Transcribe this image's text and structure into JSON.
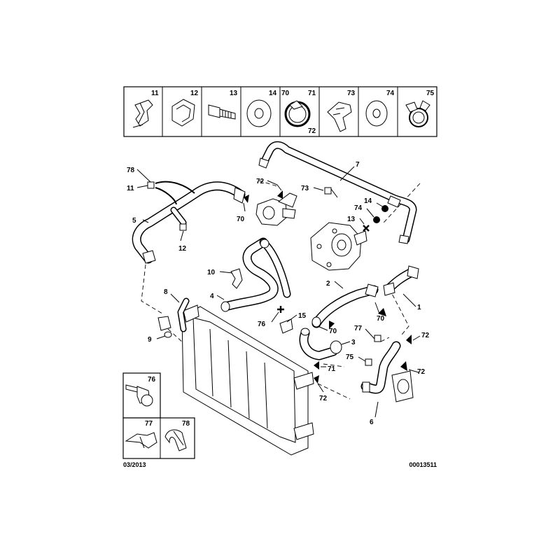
{
  "legend_top": [
    {
      "num": "11"
    },
    {
      "num": "12"
    },
    {
      "num": "13"
    },
    {
      "num": "14"
    },
    {
      "num": "70",
      "num2": "71",
      "num3": "72"
    },
    {
      "num": "73"
    },
    {
      "num": "74"
    },
    {
      "num": "75"
    }
  ],
  "legend_side": [
    {
      "num": "76"
    },
    {
      "num": "77"
    },
    {
      "num": "78"
    }
  ],
  "callouts": {
    "c78": "78",
    "c11": "11",
    "c5": "5",
    "c12": "12",
    "c70a": "70",
    "c72a": "72",
    "c7": "7",
    "c73": "73",
    "c14": "14",
    "c74": "74",
    "c13": "13",
    "c10": "10",
    "c4": "4",
    "c8": "8",
    "c9": "9",
    "c76": "76",
    "c15": "15",
    "c2": "2",
    "c70b": "70",
    "c70c": "70",
    "c1": "1",
    "c3": "3",
    "c77": "77",
    "c72b": "72",
    "c75": "75",
    "c72c": "72",
    "c71": "71",
    "c72d": "72",
    "c6": "6"
  },
  "footer": {
    "date": "03/2013",
    "ref": "00013511"
  }
}
